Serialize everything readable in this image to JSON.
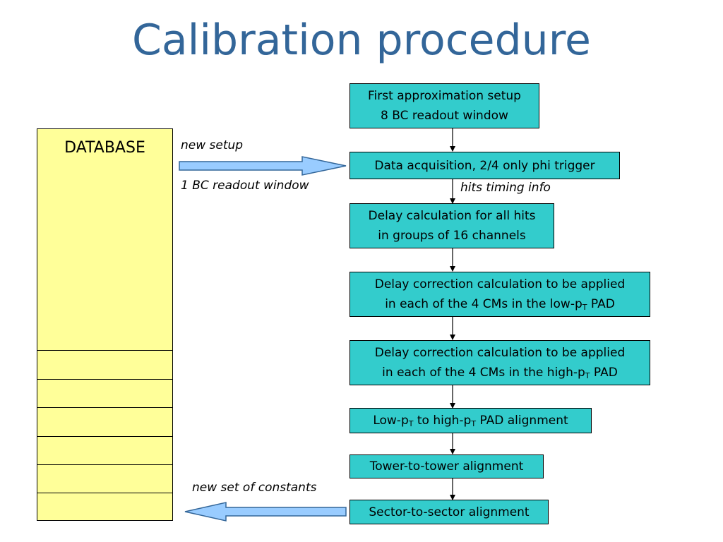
{
  "title": "Calibration procedure",
  "database": {
    "label": "DATABASE",
    "fill_color": "#ffff99"
  },
  "notes": {
    "new_setup": "new setup",
    "bc_window": "1 BC readout window",
    "hits_timing": "hits timing info",
    "new_constants": "new set of constants"
  },
  "colors": {
    "title": "#336699",
    "step_fill": "#33cccc",
    "flow_arrow_fill": "#99ccff",
    "flow_arrow_stroke": "#336699"
  },
  "steps": {
    "s1": {
      "line1": "First approximation setup",
      "line2": "8 BC readout window"
    },
    "s2": {
      "line1": "Data acquisition, 2/4 only phi trigger"
    },
    "s3": {
      "line1": "Delay calculation for all hits",
      "line2": "in groups of 16 channels"
    },
    "s4": {
      "line1": "Delay correction calculation to be applied",
      "line2_prefix": "in each of the 4 CMs in the low-p",
      "line2_sub": "T",
      "line2_suffix": " PAD"
    },
    "s5": {
      "line1": "Delay correction calculation to be applied",
      "line2_prefix": "in each of the 4 CMs in the high-p",
      "line2_sub": "T",
      "line2_suffix": " PAD"
    },
    "s6": {
      "part1": "Low-p",
      "sub1": "T",
      "part2": " to high-p",
      "sub2": "T",
      "part3": " PAD alignment"
    },
    "s7": {
      "line1": "Tower-to-tower alignment"
    },
    "s8": {
      "line1": "Sector-to-sector alignment"
    }
  }
}
